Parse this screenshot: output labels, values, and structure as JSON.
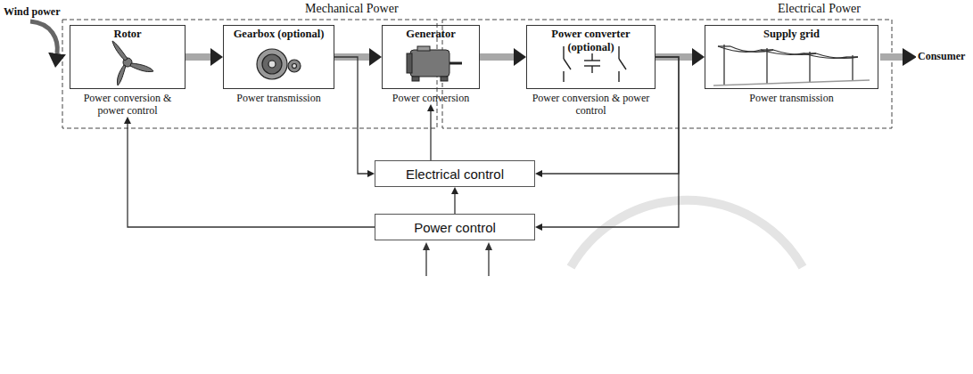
{
  "diagram": {
    "nodes": [
      {
        "text": [
          "Rotor",
          "Power conversion & power control"
        ]
      },
      {
        "text": [
          "Gearbox (optional)",
          "Power transmission"
        ]
      },
      {
        "text": [
          "Generator",
          "Power conversion"
        ]
      },
      {
        "text": [
          "Power converter (optional)",
          "Power conversion & power control"
        ]
      },
      {
        "text": [
          "Supply grid",
          "Power transmission"
        ]
      },
      {
        "text": [
          "Electrical control"
        ]
      },
      {
        "text": [
          "Power control"
        ]
      }
    ],
    "edges": [
      {
        "from": 0,
        "to": 1,
        "arrow": "to"
      },
      {
        "from": 1,
        "to": 2,
        "arrow": "to"
      },
      {
        "from": 2,
        "to": 3,
        "arrow": "to"
      },
      {
        "from": 3,
        "to": 4,
        "arrow": "to"
      },
      {
        "from": 1,
        "to": 5,
        "arrow": "to"
      },
      {
        "from": 5,
        "to": 2,
        "arrow": "to"
      },
      {
        "from": 3,
        "to": 5,
        "arrow": "to"
      },
      {
        "from": 3,
        "to": 6,
        "arrow": "to"
      },
      {
        "from": 6,
        "to": 5,
        "arrow": "to"
      },
      {
        "from": 6,
        "to": 0,
        "arrow": "to"
      }
    ],
    "labels": [
      "Mechanical Power",
      "Electrical Power",
      "Wind power",
      "Consumer"
    ]
  }
}
